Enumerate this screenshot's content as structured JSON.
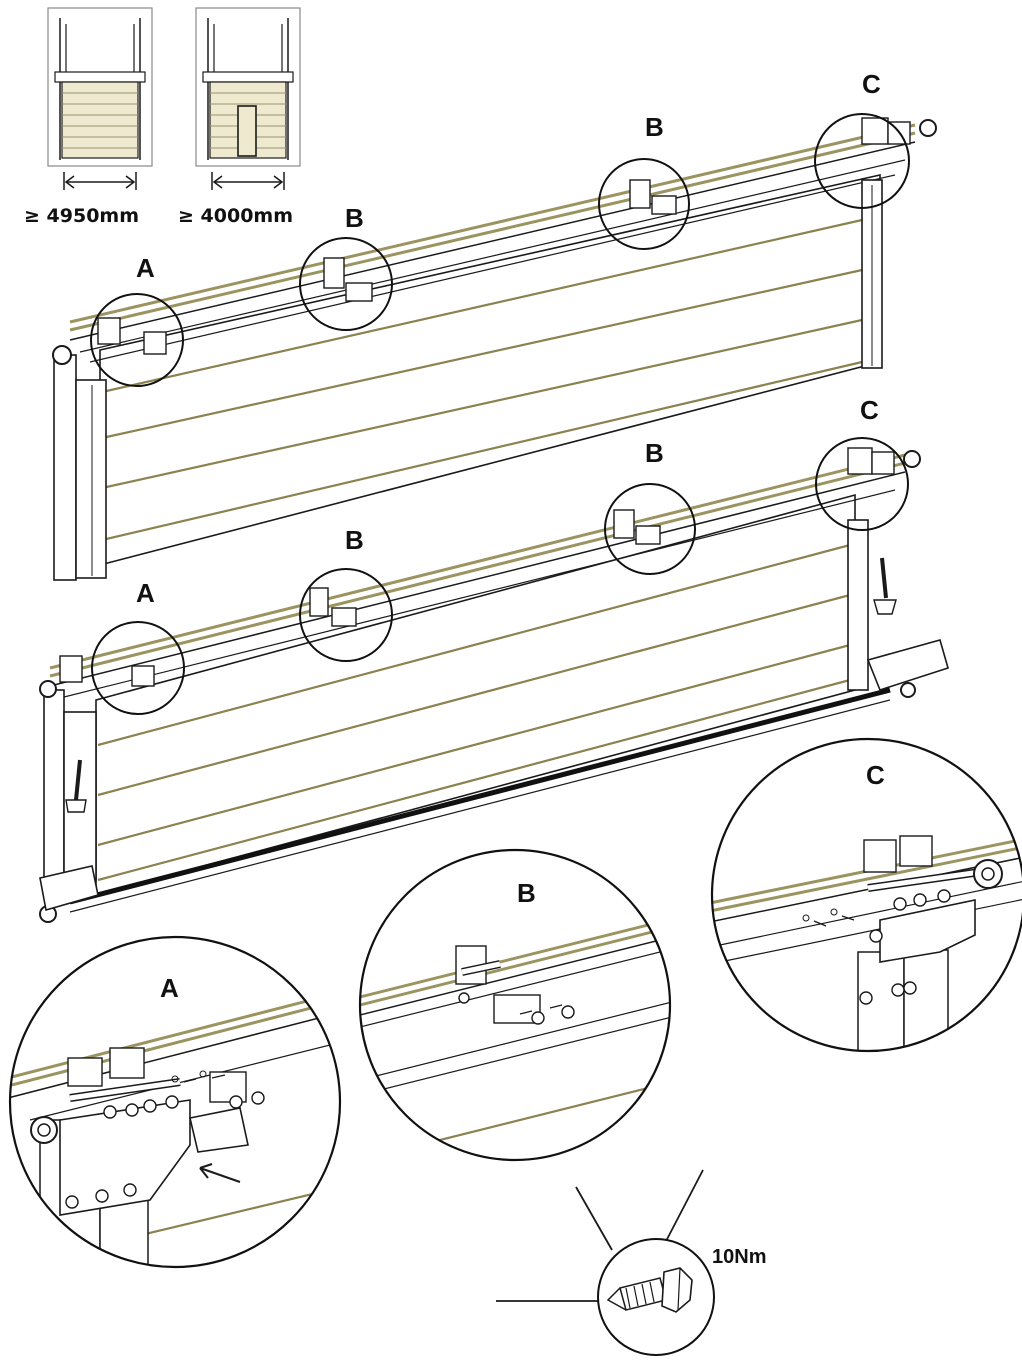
{
  "dimensions": {
    "left": "≥ 4950mm",
    "right": "≥ 4000mm"
  },
  "top_door": {
    "labels": {
      "a": "A",
      "b1": "B",
      "b2": "B",
      "c": "C"
    }
  },
  "middle_door": {
    "labels": {
      "a": "A",
      "b1": "B",
      "b2": "B",
      "c": "C"
    }
  },
  "details": {
    "a": "A",
    "b": "B",
    "c": "C"
  },
  "screw": {
    "torque": "10Nm"
  },
  "colors": {
    "line": "#1a1a1a",
    "groove": "#8c8250",
    "panel_fill": "#efe9cf"
  }
}
